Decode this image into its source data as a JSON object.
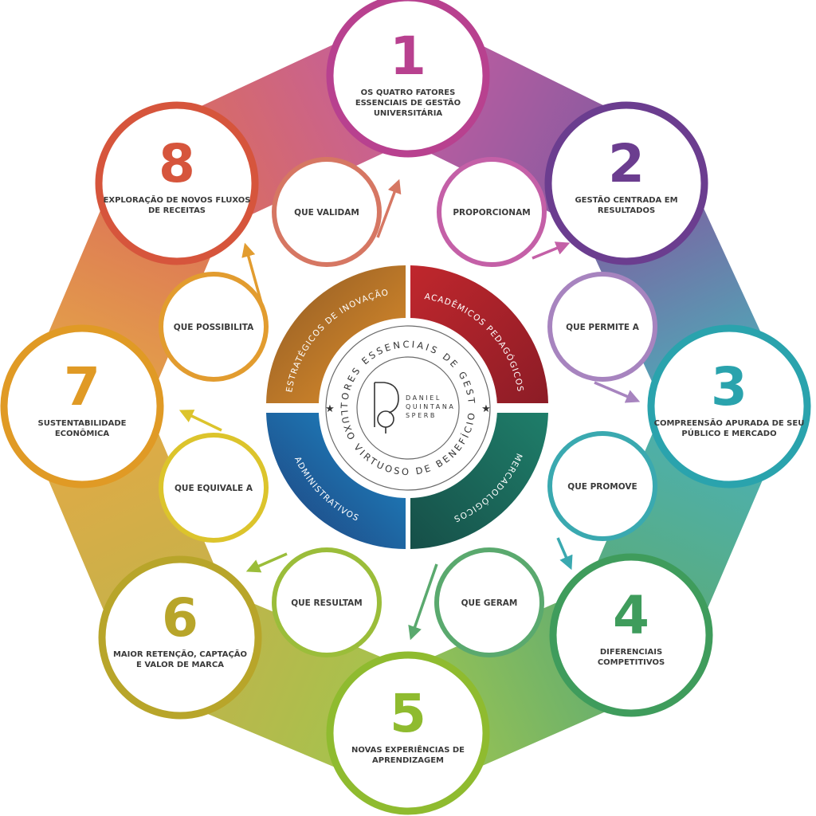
{
  "stages": [
    {
      "number": "1",
      "lines": [
        "OS QUATRO FATORES",
        "ESSENCIAIS DE GESTÃO",
        "UNIVERSITÁRIA"
      ],
      "color": "#b8418f"
    },
    {
      "number": "2",
      "lines": [
        "GESTÃO CENTRADA EM",
        "RESULTADOS"
      ],
      "color": "#6b3d8f"
    },
    {
      "number": "3",
      "lines": [
        "COMPREENSÃO APURADA DE SEU",
        "PÚBLICO E MERCADO"
      ],
      "color": "#2aa3ad"
    },
    {
      "number": "4",
      "lines": [
        "DIFERENCIAIS",
        "COMPETITIVOS"
      ],
      "color": "#3f9c5c"
    },
    {
      "number": "5",
      "lines": [
        "NOVAS EXPERIÊNCIAS DE",
        "APRENDIZAGEM"
      ],
      "color": "#8fbb2f"
    },
    {
      "number": "6",
      "lines": [
        "MAIOR RETENÇÃO, CAPTAÇÃO",
        "E VALOR DE MARCA"
      ],
      "color": "#b8a52a"
    },
    {
      "number": "7",
      "lines": [
        "SUSTENTABILIDADE",
        "ECONÔMICA"
      ],
      "color": "#e09a25"
    },
    {
      "number": "8",
      "lines": [
        "EXPLORAÇÃO DE NOVOS FLUXOS",
        "DE RECEITAS"
      ],
      "color": "#d6553c"
    }
  ],
  "connectors": [
    {
      "label": "PROPORCIONAM",
      "color": "#c460a7"
    },
    {
      "label": "QUE PERMITE A",
      "color": "#a784bf"
    },
    {
      "label": "QUE PROMOVE",
      "color": "#3aa9b0"
    },
    {
      "label": "QUE GERAM",
      "color": "#5aa96e"
    },
    {
      "label": "QUE RESULTAM",
      "color": "#9bbd3a"
    },
    {
      "label": "QUE EQUIVALE A",
      "color": "#dcc42c"
    },
    {
      "label": "QUE POSSIBILITA",
      "color": "#e29c2f"
    },
    {
      "label": "QUE VALIDAM",
      "color": "#d67763"
    }
  ],
  "center": {
    "quadrants": [
      "ACADÊMICOS PEDAGÓGICOS",
      "MERCADOLÓGICOS",
      "ADMINISTRATIVOS",
      "ESTRATÉGICOS DE INOVAÇÃO"
    ],
    "ring_top": "FATORES ESSENCIAIS DE GESTÃO",
    "ring_bottom": "FLUXO VIRTUOSO DE BENEFÍCIOS",
    "logo_lines": [
      "DANIEL",
      "QUINTANA",
      "SPERB"
    ]
  }
}
